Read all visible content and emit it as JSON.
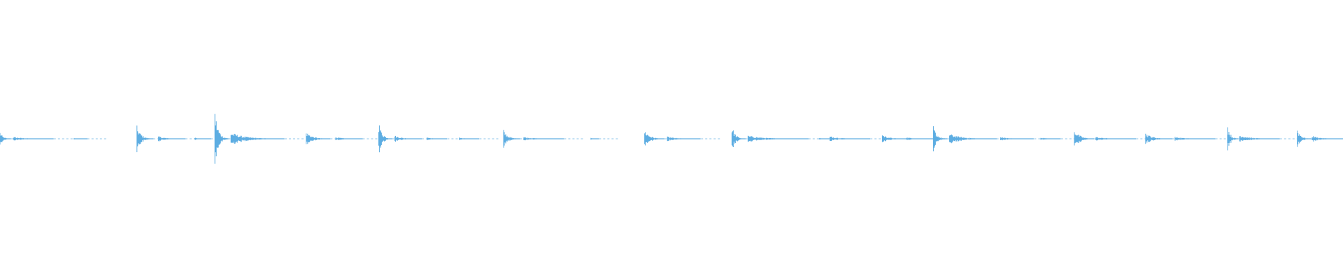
{
  "waveform": {
    "color": "#5dade2",
    "background": "#ffffff",
    "bursts": [
      {
        "t": 0.0,
        "amp": 0.22,
        "dur": 0.008
      },
      {
        "t": 0.01,
        "amp": 0.06,
        "dur": 0.03
      },
      {
        "t": 0.055,
        "amp": 0.03,
        "dur": 0.01
      },
      {
        "t": 0.102,
        "amp": 0.4,
        "dur": 0.012
      },
      {
        "t": 0.118,
        "amp": 0.08,
        "dur": 0.02
      },
      {
        "t": 0.145,
        "amp": 0.05,
        "dur": 0.012
      },
      {
        "t": 0.16,
        "amp": 0.9,
        "dur": 0.01
      },
      {
        "t": 0.172,
        "amp": 0.2,
        "dur": 0.04
      },
      {
        "t": 0.228,
        "amp": 0.22,
        "dur": 0.018
      },
      {
        "t": 0.25,
        "amp": 0.06,
        "dur": 0.02
      },
      {
        "t": 0.282,
        "amp": 0.55,
        "dur": 0.01
      },
      {
        "t": 0.294,
        "amp": 0.1,
        "dur": 0.02
      },
      {
        "t": 0.318,
        "amp": 0.05,
        "dur": 0.015
      },
      {
        "t": 0.342,
        "amp": 0.04,
        "dur": 0.015
      },
      {
        "t": 0.375,
        "amp": 0.28,
        "dur": 0.012
      },
      {
        "t": 0.39,
        "amp": 0.06,
        "dur": 0.03
      },
      {
        "t": 0.44,
        "amp": 0.03,
        "dur": 0.006
      },
      {
        "t": 0.48,
        "amp": 0.28,
        "dur": 0.015
      },
      {
        "t": 0.497,
        "amp": 0.07,
        "dur": 0.025
      },
      {
        "t": 0.545,
        "amp": 0.4,
        "dur": 0.01
      },
      {
        "t": 0.557,
        "amp": 0.1,
        "dur": 0.045
      },
      {
        "t": 0.61,
        "amp": 0.03,
        "dur": 0.012
      },
      {
        "t": 0.618,
        "amp": 0.08,
        "dur": 0.03
      },
      {
        "t": 0.657,
        "amp": 0.14,
        "dur": 0.018
      },
      {
        "t": 0.675,
        "amp": 0.05,
        "dur": 0.02
      },
      {
        "t": 0.695,
        "amp": 0.4,
        "dur": 0.01
      },
      {
        "t": 0.707,
        "amp": 0.16,
        "dur": 0.035
      },
      {
        "t": 0.745,
        "amp": 0.06,
        "dur": 0.025
      },
      {
        "t": 0.775,
        "amp": 0.05,
        "dur": 0.015
      },
      {
        "t": 0.8,
        "amp": 0.3,
        "dur": 0.015
      },
      {
        "t": 0.816,
        "amp": 0.06,
        "dur": 0.03
      },
      {
        "t": 0.853,
        "amp": 0.18,
        "dur": 0.02
      },
      {
        "t": 0.875,
        "amp": 0.06,
        "dur": 0.03
      },
      {
        "t": 0.914,
        "amp": 0.45,
        "dur": 0.008
      },
      {
        "t": 0.923,
        "amp": 0.12,
        "dur": 0.03
      },
      {
        "t": 0.966,
        "amp": 0.33,
        "dur": 0.01
      },
      {
        "t": 0.977,
        "amp": 0.1,
        "dur": 0.023
      }
    ]
  }
}
